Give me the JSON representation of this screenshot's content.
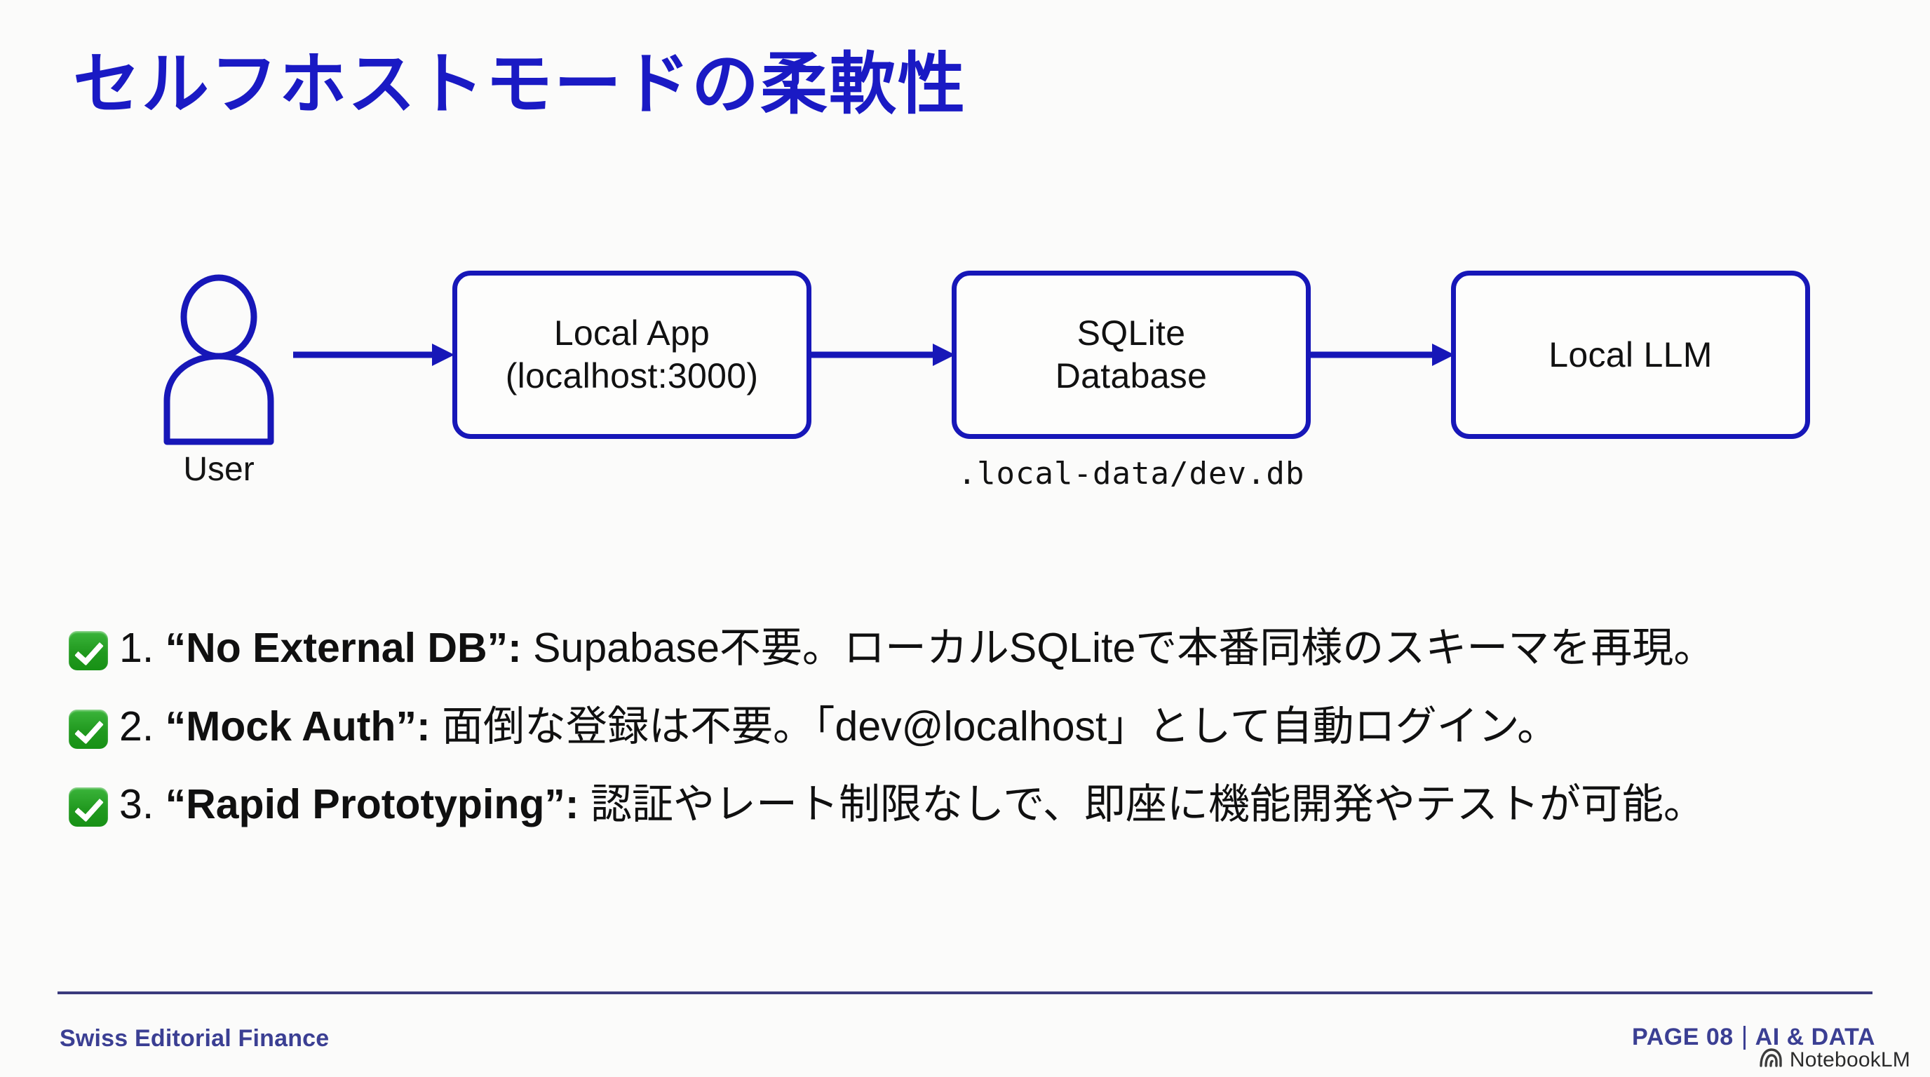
{
  "slide": {
    "title": "セルフホストモードの柔軟性",
    "title_color": "#1a1ac4",
    "background_color": "#fbfbfa"
  },
  "diagram": {
    "accent_color": "#1717b8",
    "user": {
      "icon": "user-person-icon",
      "caption": "User"
    },
    "nodes": [
      {
        "id": "local-app",
        "line1": "Local App",
        "line2": "(localhost:3000)"
      },
      {
        "id": "sqlite",
        "line1": "SQLite",
        "line2": "Database"
      },
      {
        "id": "local-llm",
        "line1": "Local LLM",
        "line2": ""
      }
    ],
    "db_path_caption": ".local-data/dev.db",
    "arrows": [
      "arrow-user-to-app",
      "arrow-app-to-db",
      "arrow-db-to-llm"
    ]
  },
  "bullets": {
    "check_icon": "white-heavy-check-mark",
    "check_color": "#21991f",
    "items": [
      {
        "number": "1.",
        "term": "“No External DB”:",
        "body": " Supabase不要。ローカルSQLiteで本番同様のスキーマを再現。"
      },
      {
        "number": "2.",
        "term": "“Mock Auth”:",
        "body": " 面倒な登録は不要。「dev@localhost」として自動ログイン。"
      },
      {
        "number": "3.",
        "term": "“Rapid Prototyping”:",
        "body": " 認証やレート制限なしで、即座に機能開発やテストが可能。"
      }
    ]
  },
  "footer": {
    "brand": "Swiss Editorial Finance",
    "page_label": "PAGE 08",
    "section_label": "AI & DATA",
    "accent_color": "#3b3f93",
    "watermark": {
      "icon": "notebooklm-spiral-icon",
      "label": "NotebookLM"
    }
  }
}
